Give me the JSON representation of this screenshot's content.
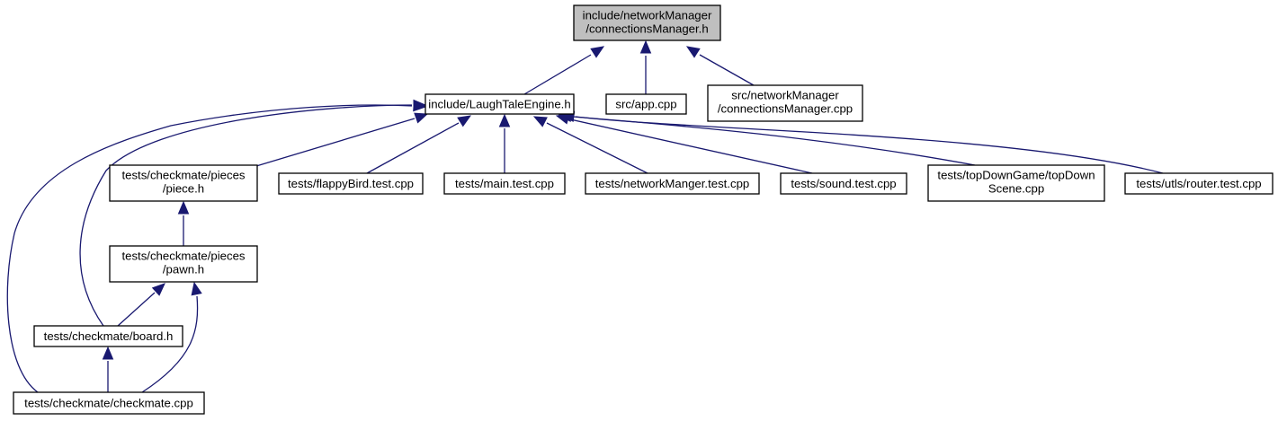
{
  "diagram": {
    "nodes": [
      {
        "id": "root",
        "lines": [
          "include/networkManager",
          "/connectionsManager.h"
        ],
        "highlighted": true
      },
      {
        "id": "engine",
        "lines": [
          "include/LaughTaleEngine.h"
        ]
      },
      {
        "id": "app",
        "lines": [
          "src/app.cpp"
        ]
      },
      {
        "id": "cmcpp",
        "lines": [
          "src/networkManager",
          "/connectionsManager.cpp"
        ]
      },
      {
        "id": "piece",
        "lines": [
          "tests/checkmate/pieces",
          "/piece.h"
        ]
      },
      {
        "id": "flappy",
        "lines": [
          "tests/flappyBird.test.cpp"
        ]
      },
      {
        "id": "main",
        "lines": [
          "tests/main.test.cpp"
        ]
      },
      {
        "id": "net",
        "lines": [
          "tests/networkManger.test.cpp"
        ]
      },
      {
        "id": "sound",
        "lines": [
          "tests/sound.test.cpp"
        ]
      },
      {
        "id": "tdg",
        "lines": [
          "tests/topDownGame/topDown",
          "Scene.cpp"
        ]
      },
      {
        "id": "router",
        "lines": [
          "tests/utls/router.test.cpp"
        ]
      },
      {
        "id": "pawn",
        "lines": [
          "tests/checkmate/pieces",
          "/pawn.h"
        ]
      },
      {
        "id": "board",
        "lines": [
          "tests/checkmate/board.h"
        ]
      },
      {
        "id": "chk",
        "lines": [
          "tests/checkmate/checkmate.cpp"
        ]
      }
    ],
    "edges": [
      {
        "from": "engine",
        "to": "root"
      },
      {
        "from": "app",
        "to": "root"
      },
      {
        "from": "cmcpp",
        "to": "root"
      },
      {
        "from": "piece",
        "to": "engine"
      },
      {
        "from": "flappy",
        "to": "engine"
      },
      {
        "from": "main",
        "to": "engine"
      },
      {
        "from": "net",
        "to": "engine"
      },
      {
        "from": "sound",
        "to": "engine"
      },
      {
        "from": "tdg",
        "to": "engine"
      },
      {
        "from": "router",
        "to": "engine"
      },
      {
        "from": "board",
        "to": "engine"
      },
      {
        "from": "chk",
        "to": "engine"
      },
      {
        "from": "pawn",
        "to": "piece"
      },
      {
        "from": "board",
        "to": "pawn"
      },
      {
        "from": "chk",
        "to": "pawn"
      },
      {
        "from": "chk",
        "to": "board"
      }
    ],
    "colors": {
      "edge": "#191970",
      "node_fill": "#ffffff",
      "highlight_fill": "#bfbfbf",
      "border": "#000000"
    }
  }
}
